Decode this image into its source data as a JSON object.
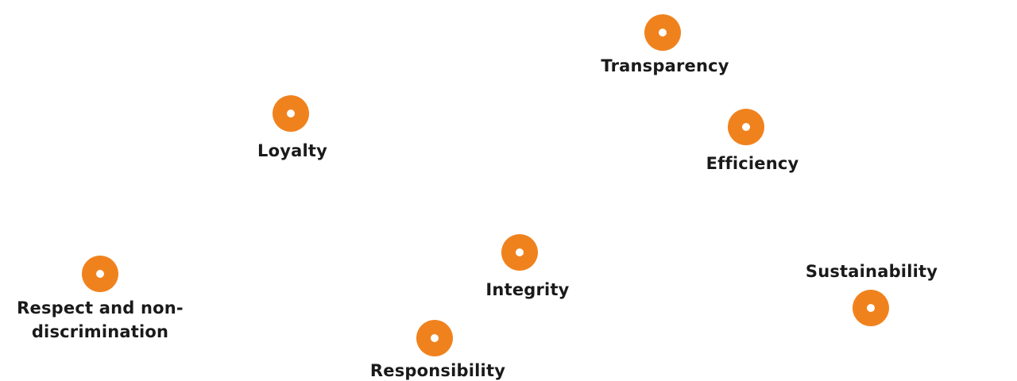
{
  "theme": {
    "accent_color": "#F0821E",
    "text_color": "#1a1a1a",
    "background": "#ffffff"
  },
  "values": {
    "transparency": {
      "label": "Transparency",
      "icon": "orange-dot-icon"
    },
    "loyalty": {
      "label": "Loyalty",
      "icon": "orange-dot-icon"
    },
    "efficiency": {
      "label": "Efficiency",
      "icon": "orange-dot-icon"
    },
    "integrity": {
      "label": "Integrity",
      "icon": "orange-dot-icon"
    },
    "sustainability": {
      "label": "Sustainability",
      "icon": "orange-dot-icon"
    },
    "respect": {
      "label_line1": "Respect and non-",
      "label_line2": "discrimination",
      "icon": "orange-dot-icon"
    },
    "responsibility": {
      "label": "Responsibility",
      "icon": "orange-dot-icon"
    }
  }
}
